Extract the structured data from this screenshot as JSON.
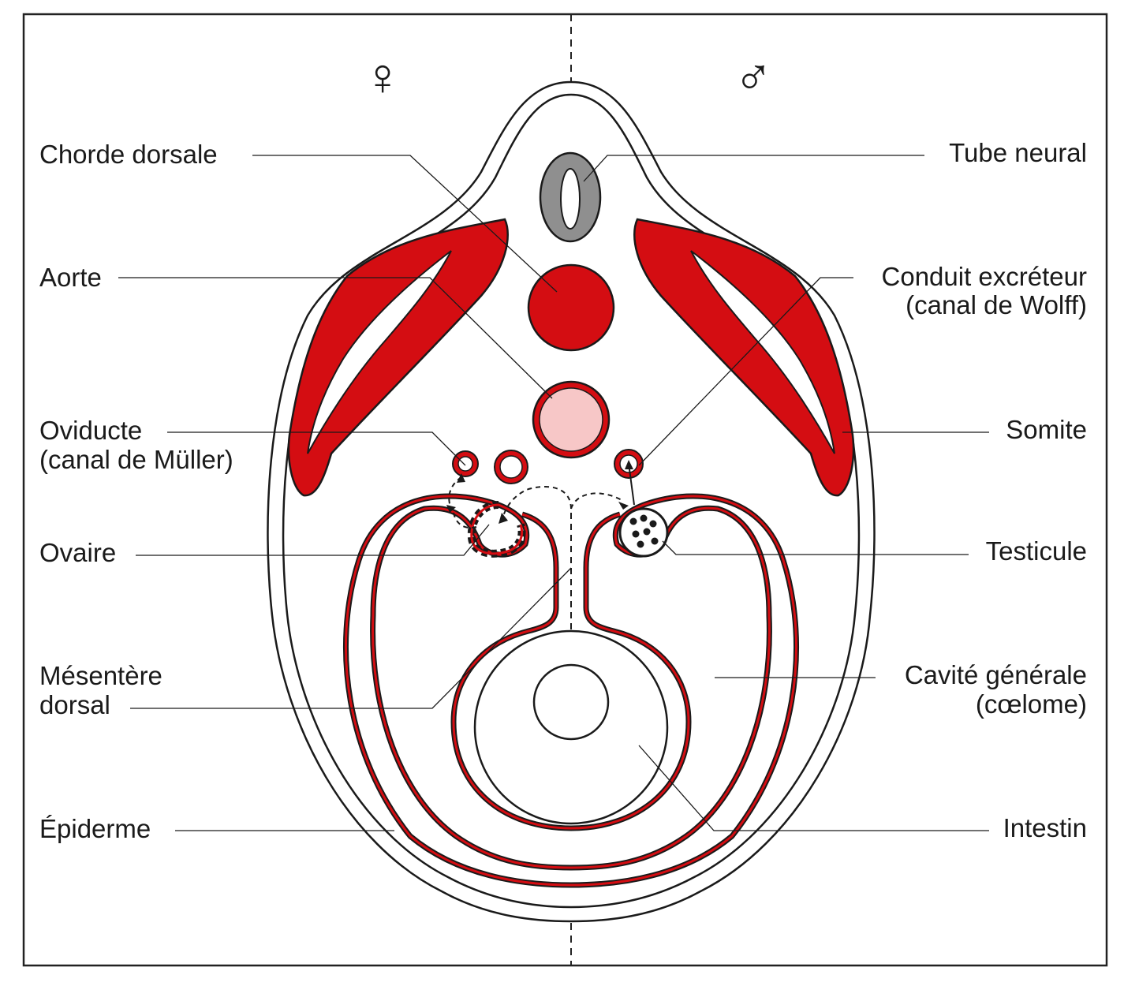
{
  "symbols": {
    "female": "♀",
    "male": "♂"
  },
  "labels_left": {
    "chorde_dorsale": "Chorde dorsale",
    "aorte": "Aorte",
    "oviducte_1": "Oviducte",
    "oviducte_2": "(canal de Müller)",
    "ovaire": "Ovaire",
    "mesentere_1": "Mésentère",
    "mesentere_2": "dorsal",
    "epiderme": "Épiderme"
  },
  "labels_right": {
    "tube_neural": "Tube neural",
    "conduit_1": "Conduit excréteur",
    "conduit_2": "(canal de Wolff)",
    "somite": "Somite",
    "testicule": "Testicule",
    "cavite_1": "Cavité générale",
    "cavite_2": "(cœlome)",
    "intestin": "Intestin"
  },
  "colors": {
    "red": "#d40d12",
    "aorta_fill": "#f7c7c7",
    "neural_gray": "#8f8f8f",
    "ink": "#1a1a1a",
    "frame": "#222222"
  }
}
